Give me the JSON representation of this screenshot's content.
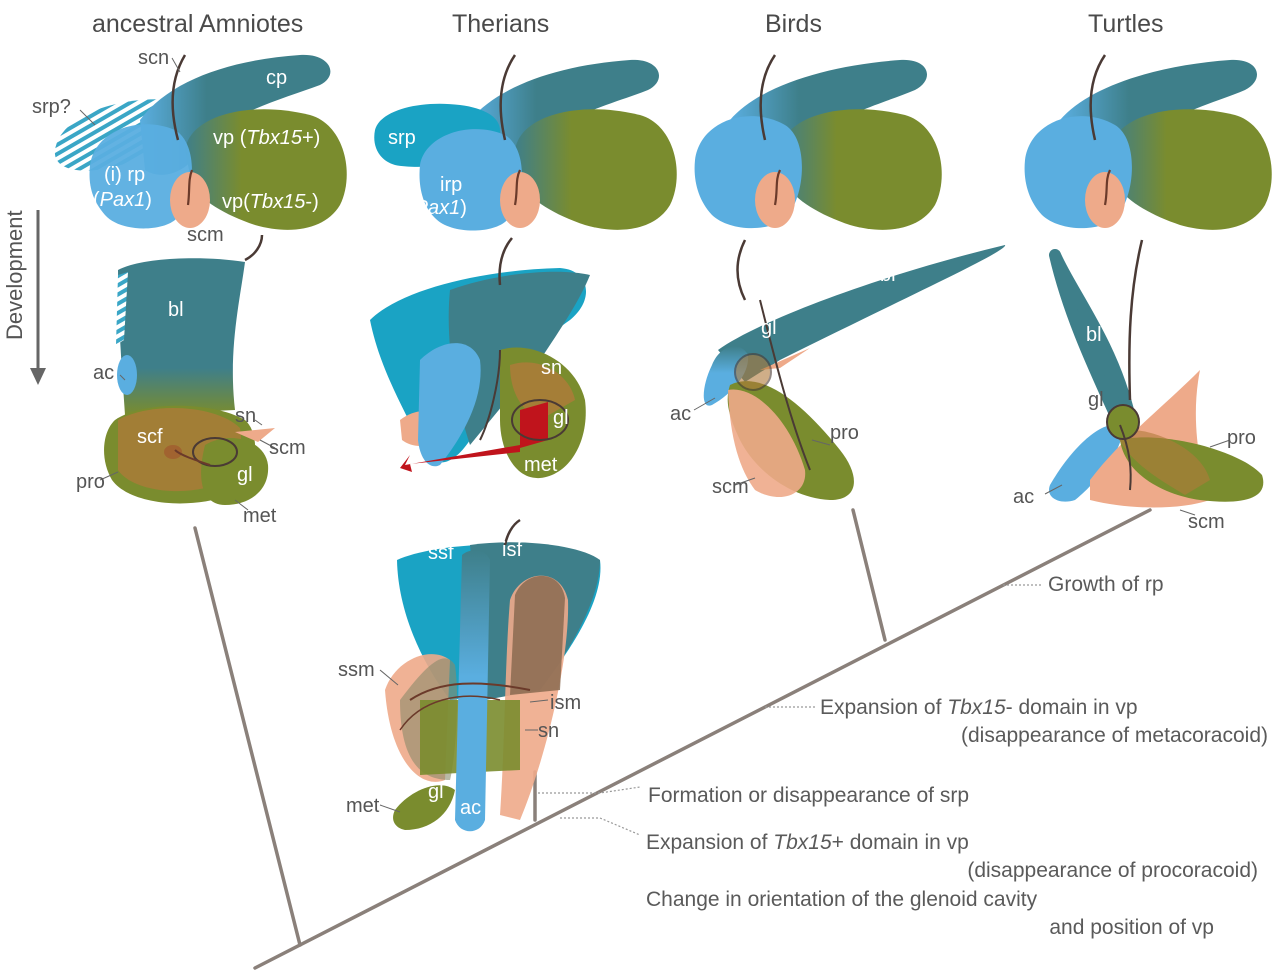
{
  "titles": {
    "ancestral": "ancestral Amniotes",
    "therians": "Therians",
    "birds": "Birds",
    "turtles": "Turtles"
  },
  "development": "Development",
  "labels": {
    "scn": "scn",
    "cp": "cp",
    "srp_q": "srp?",
    "vp": "vp",
    "tbx15": "Tbx15",
    "plus": "+",
    "minus": "-",
    "paren_open": "(",
    "paren_close": ")",
    "i_rp": "(i) rp",
    "pax1": "Pax1",
    "scm": "scm",
    "srp": "srp",
    "irp": "irp",
    "bl": "bl",
    "ac": "ac",
    "sn": "sn",
    "scf": "scf",
    "pro": "pro",
    "gl": "gl",
    "met": "met",
    "ssf": "ssf",
    "isf": "isf",
    "ssm": "ssm",
    "ism": "ism"
  },
  "notes": {
    "growth": "Growth of rp",
    "expansion_minus_pre": "Expansion of ",
    "expansion_minus_gene": "Tbx15",
    "expansion_minus_post": "- domain in vp",
    "expansion_minus_sub": "(disappearance of metacoracoid)",
    "srp": "Formation or disappearance of srp",
    "expansion_plus_pre": "Expansion of ",
    "expansion_plus_gene": "Tbx15",
    "expansion_plus_post": "+ domain in vp",
    "expansion_plus_sub": "(disappearance of procoracoid)",
    "orientation": "Change in orientation of the glenoid cavity",
    "orientation_sub": "and position of vp"
  },
  "colors": {
    "blade_teal": "#3e7f8a",
    "ac_blue": "#5aaee0",
    "srp_cyan": "#1aa3c4",
    "vp_olive": "#7a8c2e",
    "scm_salmon": "#eeaa8a",
    "pro_brown": "#b07a3a",
    "tree_grey": "#8a807a",
    "sn_red": "#c0141c"
  }
}
